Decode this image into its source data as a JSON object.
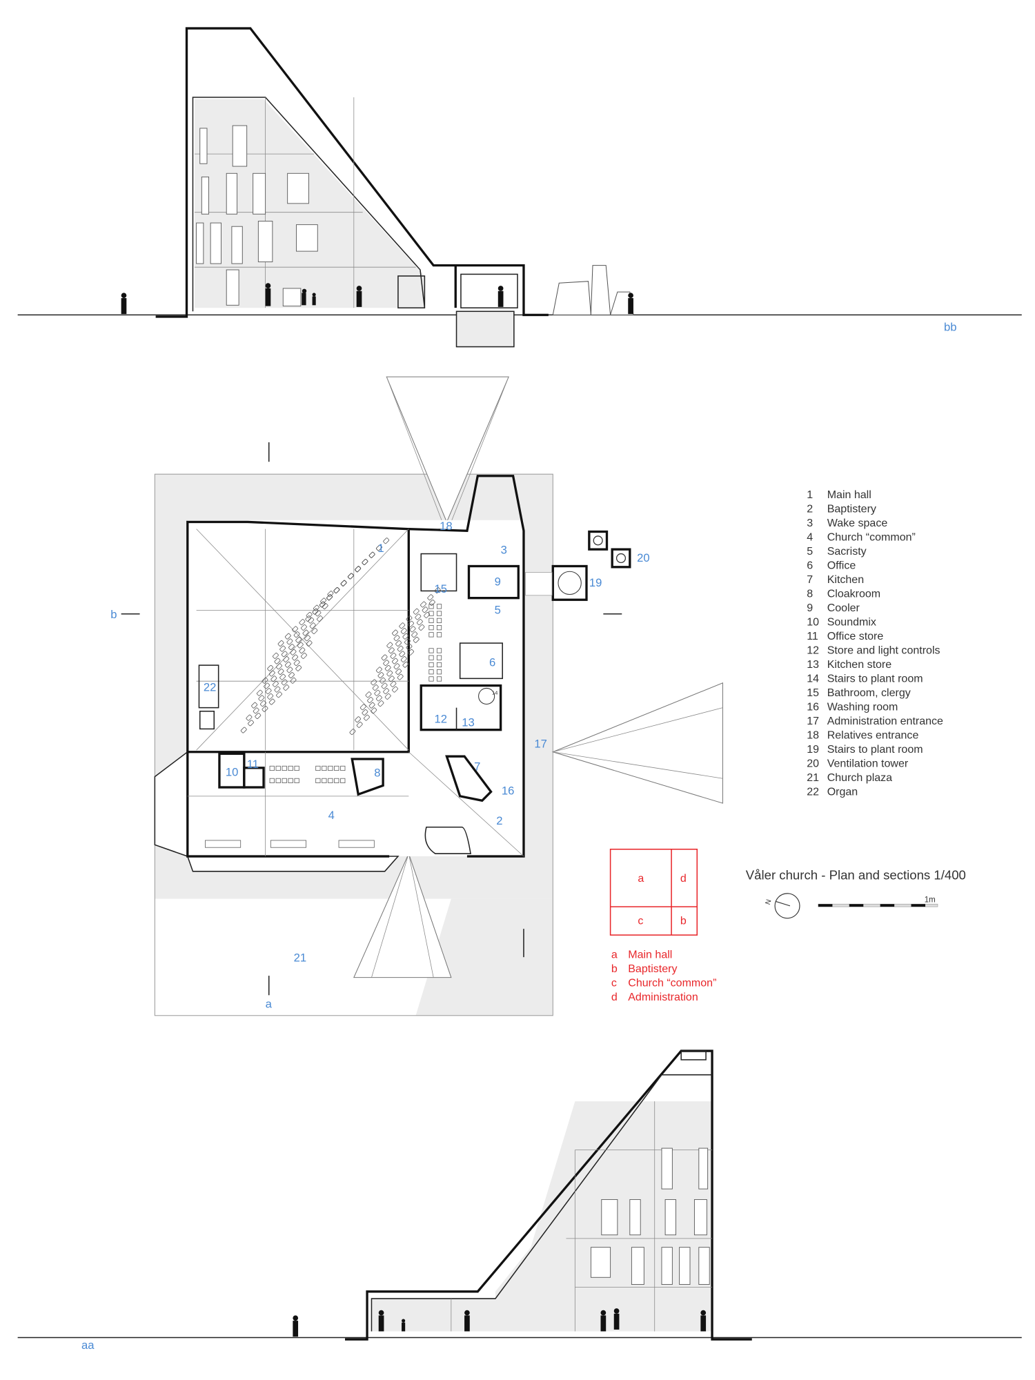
{
  "title": "Våler church - Plan and sections 1/400",
  "scale_bar": {
    "label": "1m"
  },
  "north_arrow": {
    "label": "N"
  },
  "section_markers": {
    "bb": "bb",
    "aa": "aa",
    "a": "a",
    "b": "b"
  },
  "rooms": [
    "1",
    "2",
    "3",
    "4",
    "5",
    "6",
    "7",
    "8",
    "9",
    "10",
    "11",
    "12",
    "13",
    "14",
    "15",
    "16",
    "17",
    "18",
    "19",
    "20",
    "21",
    "22"
  ],
  "legend": [
    {
      "num": "1",
      "label": "Main hall"
    },
    {
      "num": "2",
      "label": "Baptistery"
    },
    {
      "num": "3",
      "label": "Wake space"
    },
    {
      "num": "4",
      "label": "Church “common”"
    },
    {
      "num": "5",
      "label": "Sacristy"
    },
    {
      "num": "6",
      "label": "Office"
    },
    {
      "num": "7",
      "label": "Kitchen"
    },
    {
      "num": "8",
      "label": "Cloakroom"
    },
    {
      "num": "9",
      "label": "Cooler"
    },
    {
      "num": "10",
      "label": "Soundmix"
    },
    {
      "num": "11",
      "label": "Office store"
    },
    {
      "num": "12",
      "label": "Store and light controls"
    },
    {
      "num": "13",
      "label": "Kitchen store"
    },
    {
      "num": "14",
      "label": "Stairs to plant room"
    },
    {
      "num": "15",
      "label": "Bathroom, clergy"
    },
    {
      "num": "16",
      "label": "Washing room"
    },
    {
      "num": "17",
      "label": "Administration entrance"
    },
    {
      "num": "18",
      "label": "Relatives entrance"
    },
    {
      "num": "19",
      "label": "Stairs to plant room"
    },
    {
      "num": "20",
      "label": "Ventilation tower"
    },
    {
      "num": "21",
      "label": "Church plaza"
    },
    {
      "num": "22",
      "label": "Organ"
    }
  ],
  "zones": {
    "diagram": {
      "a": "a",
      "b": "b",
      "c": "c",
      "d": "d"
    },
    "legend": [
      {
        "key": "a",
        "label": "Main hall"
      },
      {
        "key": "b",
        "label": "Baptistery"
      },
      {
        "key": "c",
        "label": "Church “common”"
      },
      {
        "key": "d",
        "label": "Administration"
      }
    ]
  },
  "colors": {
    "room_labels": "#4a8ad4",
    "zones": "#e8262a",
    "fill": "#ececec",
    "lines": "#222222"
  }
}
